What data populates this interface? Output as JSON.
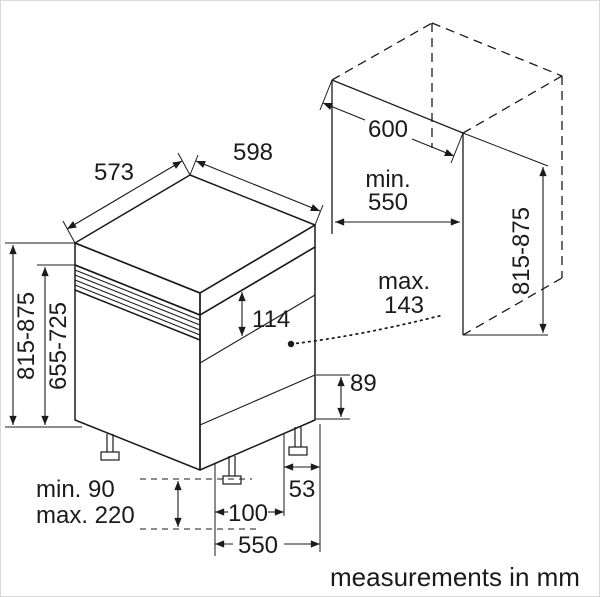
{
  "labels": {
    "top_depth": "573",
    "top_width": "598",
    "niche_width": "600",
    "niche_depth_min": "min.",
    "niche_depth_value": "550",
    "appliance_height": "815-875",
    "under_worktop_height": "655-725",
    "control_panel_height": "114",
    "door_max": "max.",
    "door_max_value": "143",
    "niche_height": "815-875",
    "rear_clearance": "89",
    "rear_foot_offset": "53",
    "plinth_min": "min. 90",
    "plinth_max": "max. 220",
    "front_foot_offset": "100",
    "base_depth": "550",
    "footer": "measurements in mm"
  }
}
